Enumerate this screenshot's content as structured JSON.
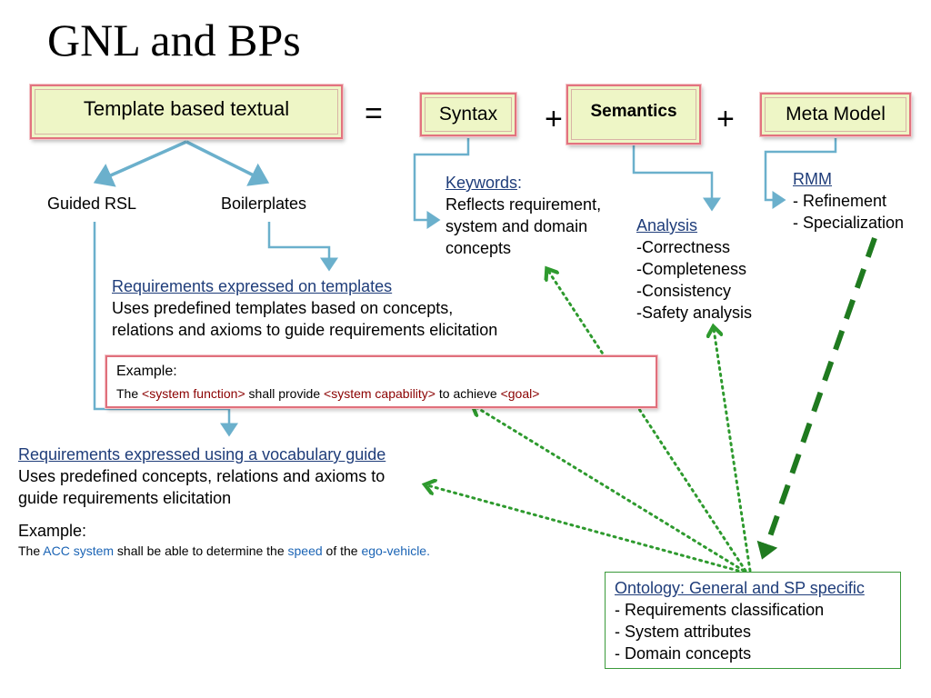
{
  "slide": {
    "title": "GNL and BPs"
  },
  "header_row": {
    "template_box": "Template based textual",
    "equals": "=",
    "syntax_box": "Syntax",
    "plus1": "+",
    "semantics_box": "Semantics",
    "plus2": "+",
    "meta_box": "Meta Model"
  },
  "branches": {
    "guided_rsl": "Guided RSL",
    "boilerplates": "Boilerplates"
  },
  "keywords": {
    "heading": "Keywords",
    "colon": ":",
    "lines": [
      "Reflects requirement,",
      "system and domain",
      "concepts"
    ]
  },
  "analysis": {
    "heading": "Analysis",
    "lines": [
      "-Correctness",
      "-Completeness",
      "-Consistency",
      "-Safety analysis"
    ]
  },
  "rmm": {
    "heading": "RMM",
    "lines": [
      "- Refinement",
      "- Specialization"
    ]
  },
  "templates_section": {
    "heading": "Requirements expressed on templates",
    "lines": [
      "Uses predefined templates based on concepts,",
      "relations and axioms to guide requirements elicitation"
    ]
  },
  "template_example": {
    "label": "Example:",
    "the": "The ",
    "t1": "<system function>",
    "mid1": " shall provide ",
    "t2": "<system capability>",
    "mid2": " to achieve ",
    "t3": "<goal>"
  },
  "vocab_section": {
    "heading": "Requirements expressed using a vocabulary guide",
    "lines": [
      "Uses predefined concepts, relations and axioms  to",
      "guide requirements elicitation"
    ]
  },
  "vocab_example": {
    "label": "Example:",
    "the": "The ",
    "w1": "ACC system",
    "mid1": " shall be able to determine the ",
    "w2": "speed",
    "mid2": " of the ",
    "w3": "ego-vehicle."
  },
  "ontology": {
    "heading": "Ontology: General and SP specific",
    "lines": [
      "- Requirements classification",
      "- System attributes",
      "- Domain concepts"
    ]
  },
  "colors": {
    "box_fill": "#eef6c6",
    "box_border": "#e2737f",
    "connector": "#6bb0cc",
    "dotted_green": "#2e9a2e",
    "dashed_green": "#1f7a1f",
    "link_blue": "#1b64b5",
    "template_red": "#8b0000"
  }
}
